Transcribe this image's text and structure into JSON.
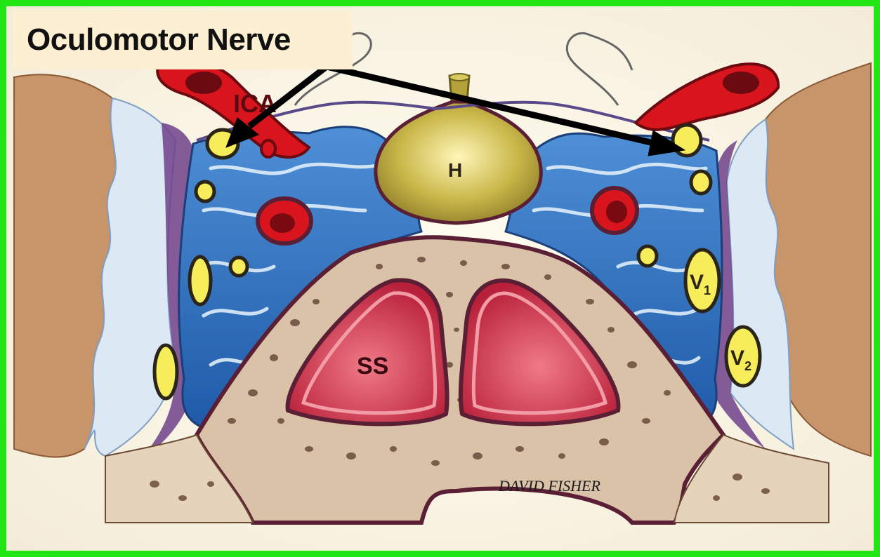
{
  "callout": {
    "label": "Oculomotor Nerve"
  },
  "labels": {
    "ica": "ICA",
    "hypophysis": "H",
    "sphenoid_sinus": "SS",
    "v1": "V",
    "v1_sub": "1",
    "v2": "V",
    "v2_sub": "2"
  },
  "signature": "DAVID FISHER",
  "colors": {
    "frame": "#22e614",
    "callout_bg": "#fcefd2",
    "brain": "#c8956a",
    "cistern": "#d8e6f2",
    "venous_sinus": "#2f6bb8",
    "dura": "#6b1f3a",
    "bone": "#d9c2a8",
    "sinus": "#c8344a",
    "artery": "#d8141c",
    "nerve": "#f7ec5a",
    "pituitary": "#c8b84a",
    "arrow": "#000000"
  }
}
